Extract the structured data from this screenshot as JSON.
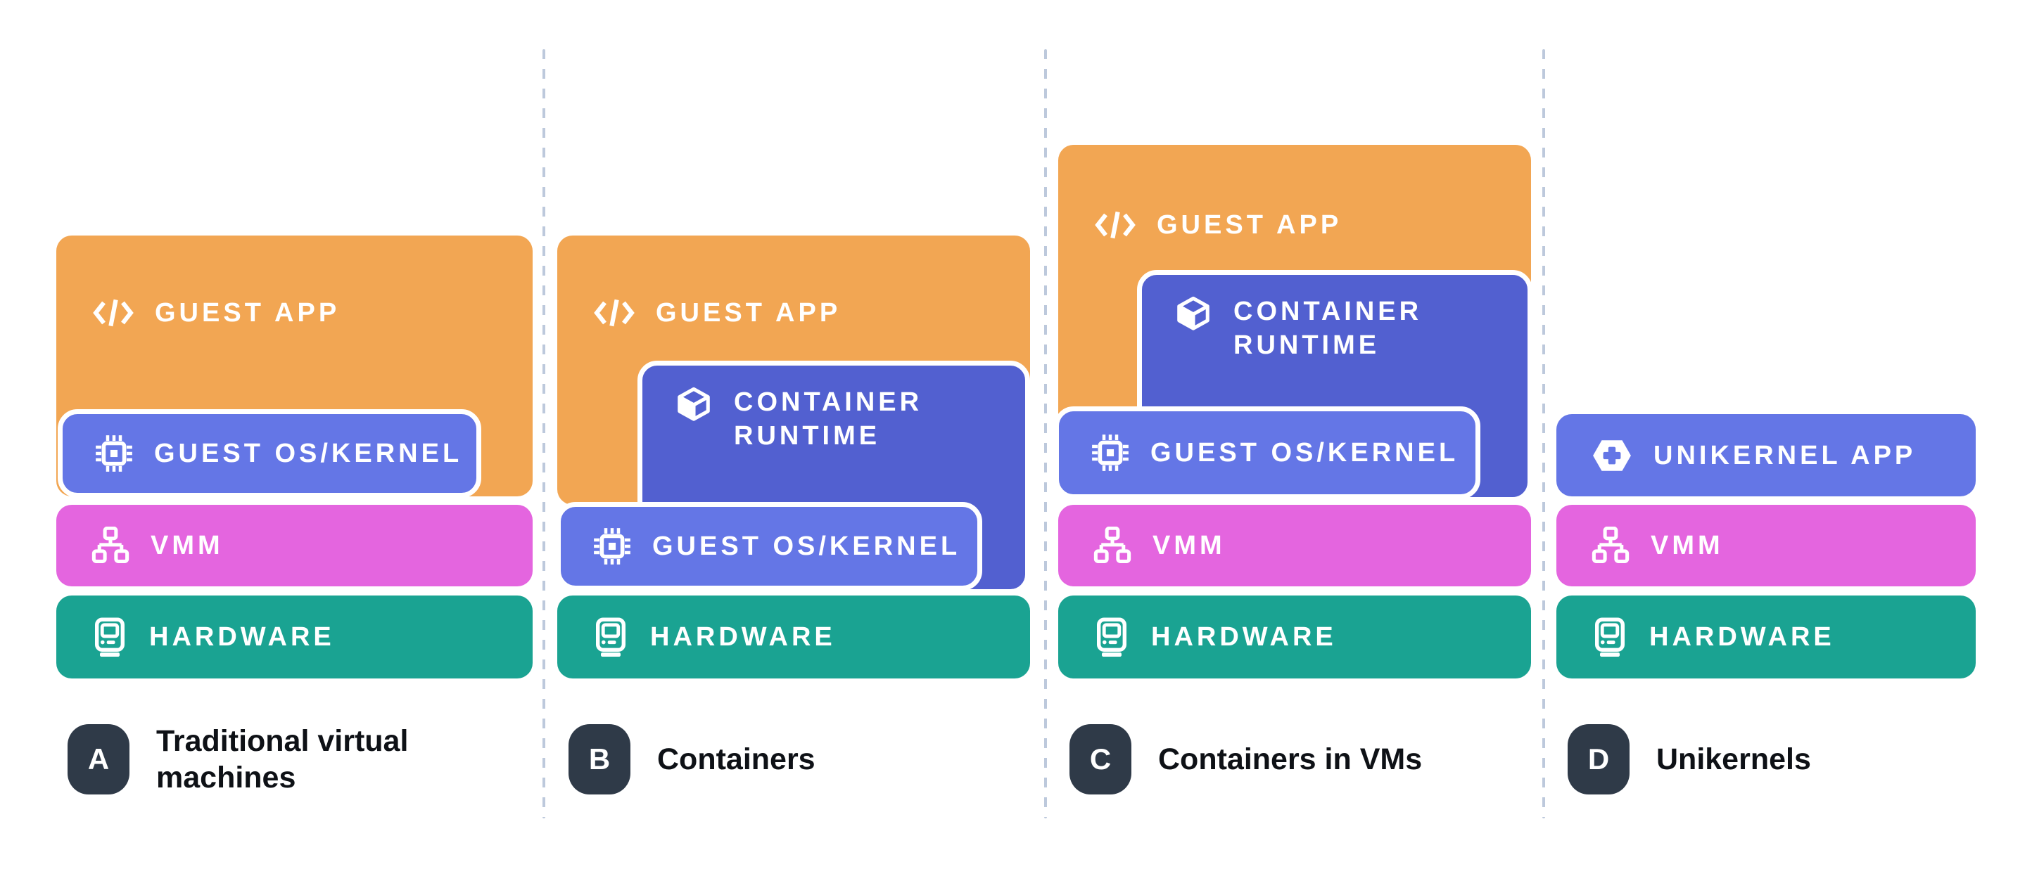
{
  "diagram": {
    "colors": {
      "guest_app": "#F2A653",
      "guest_os_kernel": "#6476E6",
      "container_runtime": "#5260D0",
      "unikernel_app": "#6476E6",
      "vmm": "#E465DF",
      "hardware": "#1AA392",
      "badge_background": "#2F3A48",
      "separator": "#BDC9DC",
      "caption_text": "#0E1116",
      "block_text": "#FFFFFF",
      "background": "#FFFFFF"
    },
    "columns": [
      {
        "badge": "A",
        "label": "Traditional virtual machines",
        "blocks": [
          {
            "type": "guest-app",
            "icon": "code-icon",
            "label": "GUEST APP"
          },
          {
            "type": "guest-os-kernel",
            "icon": "chip-icon",
            "label": "GUEST OS/KERNEL"
          },
          {
            "type": "vmm",
            "icon": "sitemap-icon",
            "label": "VMM"
          },
          {
            "type": "hardware",
            "icon": "monitor-icon",
            "label": "HARDWARE"
          }
        ]
      },
      {
        "badge": "B",
        "label": "Containers",
        "blocks": [
          {
            "type": "guest-app",
            "icon": "code-icon",
            "label": "GUEST APP"
          },
          {
            "type": "container-runtime",
            "icon": "cube-icon",
            "label": "CONTAINER RUNTIME"
          },
          {
            "type": "guest-os-kernel",
            "icon": "chip-icon",
            "label": "GUEST OS/KERNEL"
          },
          {
            "type": "hardware",
            "icon": "monitor-icon",
            "label": "HARDWARE"
          }
        ]
      },
      {
        "badge": "C",
        "label": "Containers in VMs",
        "blocks": [
          {
            "type": "guest-app",
            "icon": "code-icon",
            "label": "GUEST APP"
          },
          {
            "type": "container-runtime",
            "icon": "cube-icon",
            "label": "CONTAINER RUNTIME"
          },
          {
            "type": "guest-os-kernel",
            "icon": "chip-icon",
            "label": "GUEST OS/KERNEL"
          },
          {
            "type": "vmm",
            "icon": "sitemap-icon",
            "label": "VMM"
          },
          {
            "type": "hardware",
            "icon": "monitor-icon",
            "label": "HARDWARE"
          }
        ]
      },
      {
        "badge": "D",
        "label": "Unikernels",
        "blocks": [
          {
            "type": "unikernel-app",
            "icon": "hexagon-plus-icon",
            "label": "UNIKERNEL APP"
          },
          {
            "type": "vmm",
            "icon": "sitemap-icon",
            "label": "VMM"
          },
          {
            "type": "hardware",
            "icon": "monitor-icon",
            "label": "HARDWARE"
          }
        ]
      }
    ]
  }
}
